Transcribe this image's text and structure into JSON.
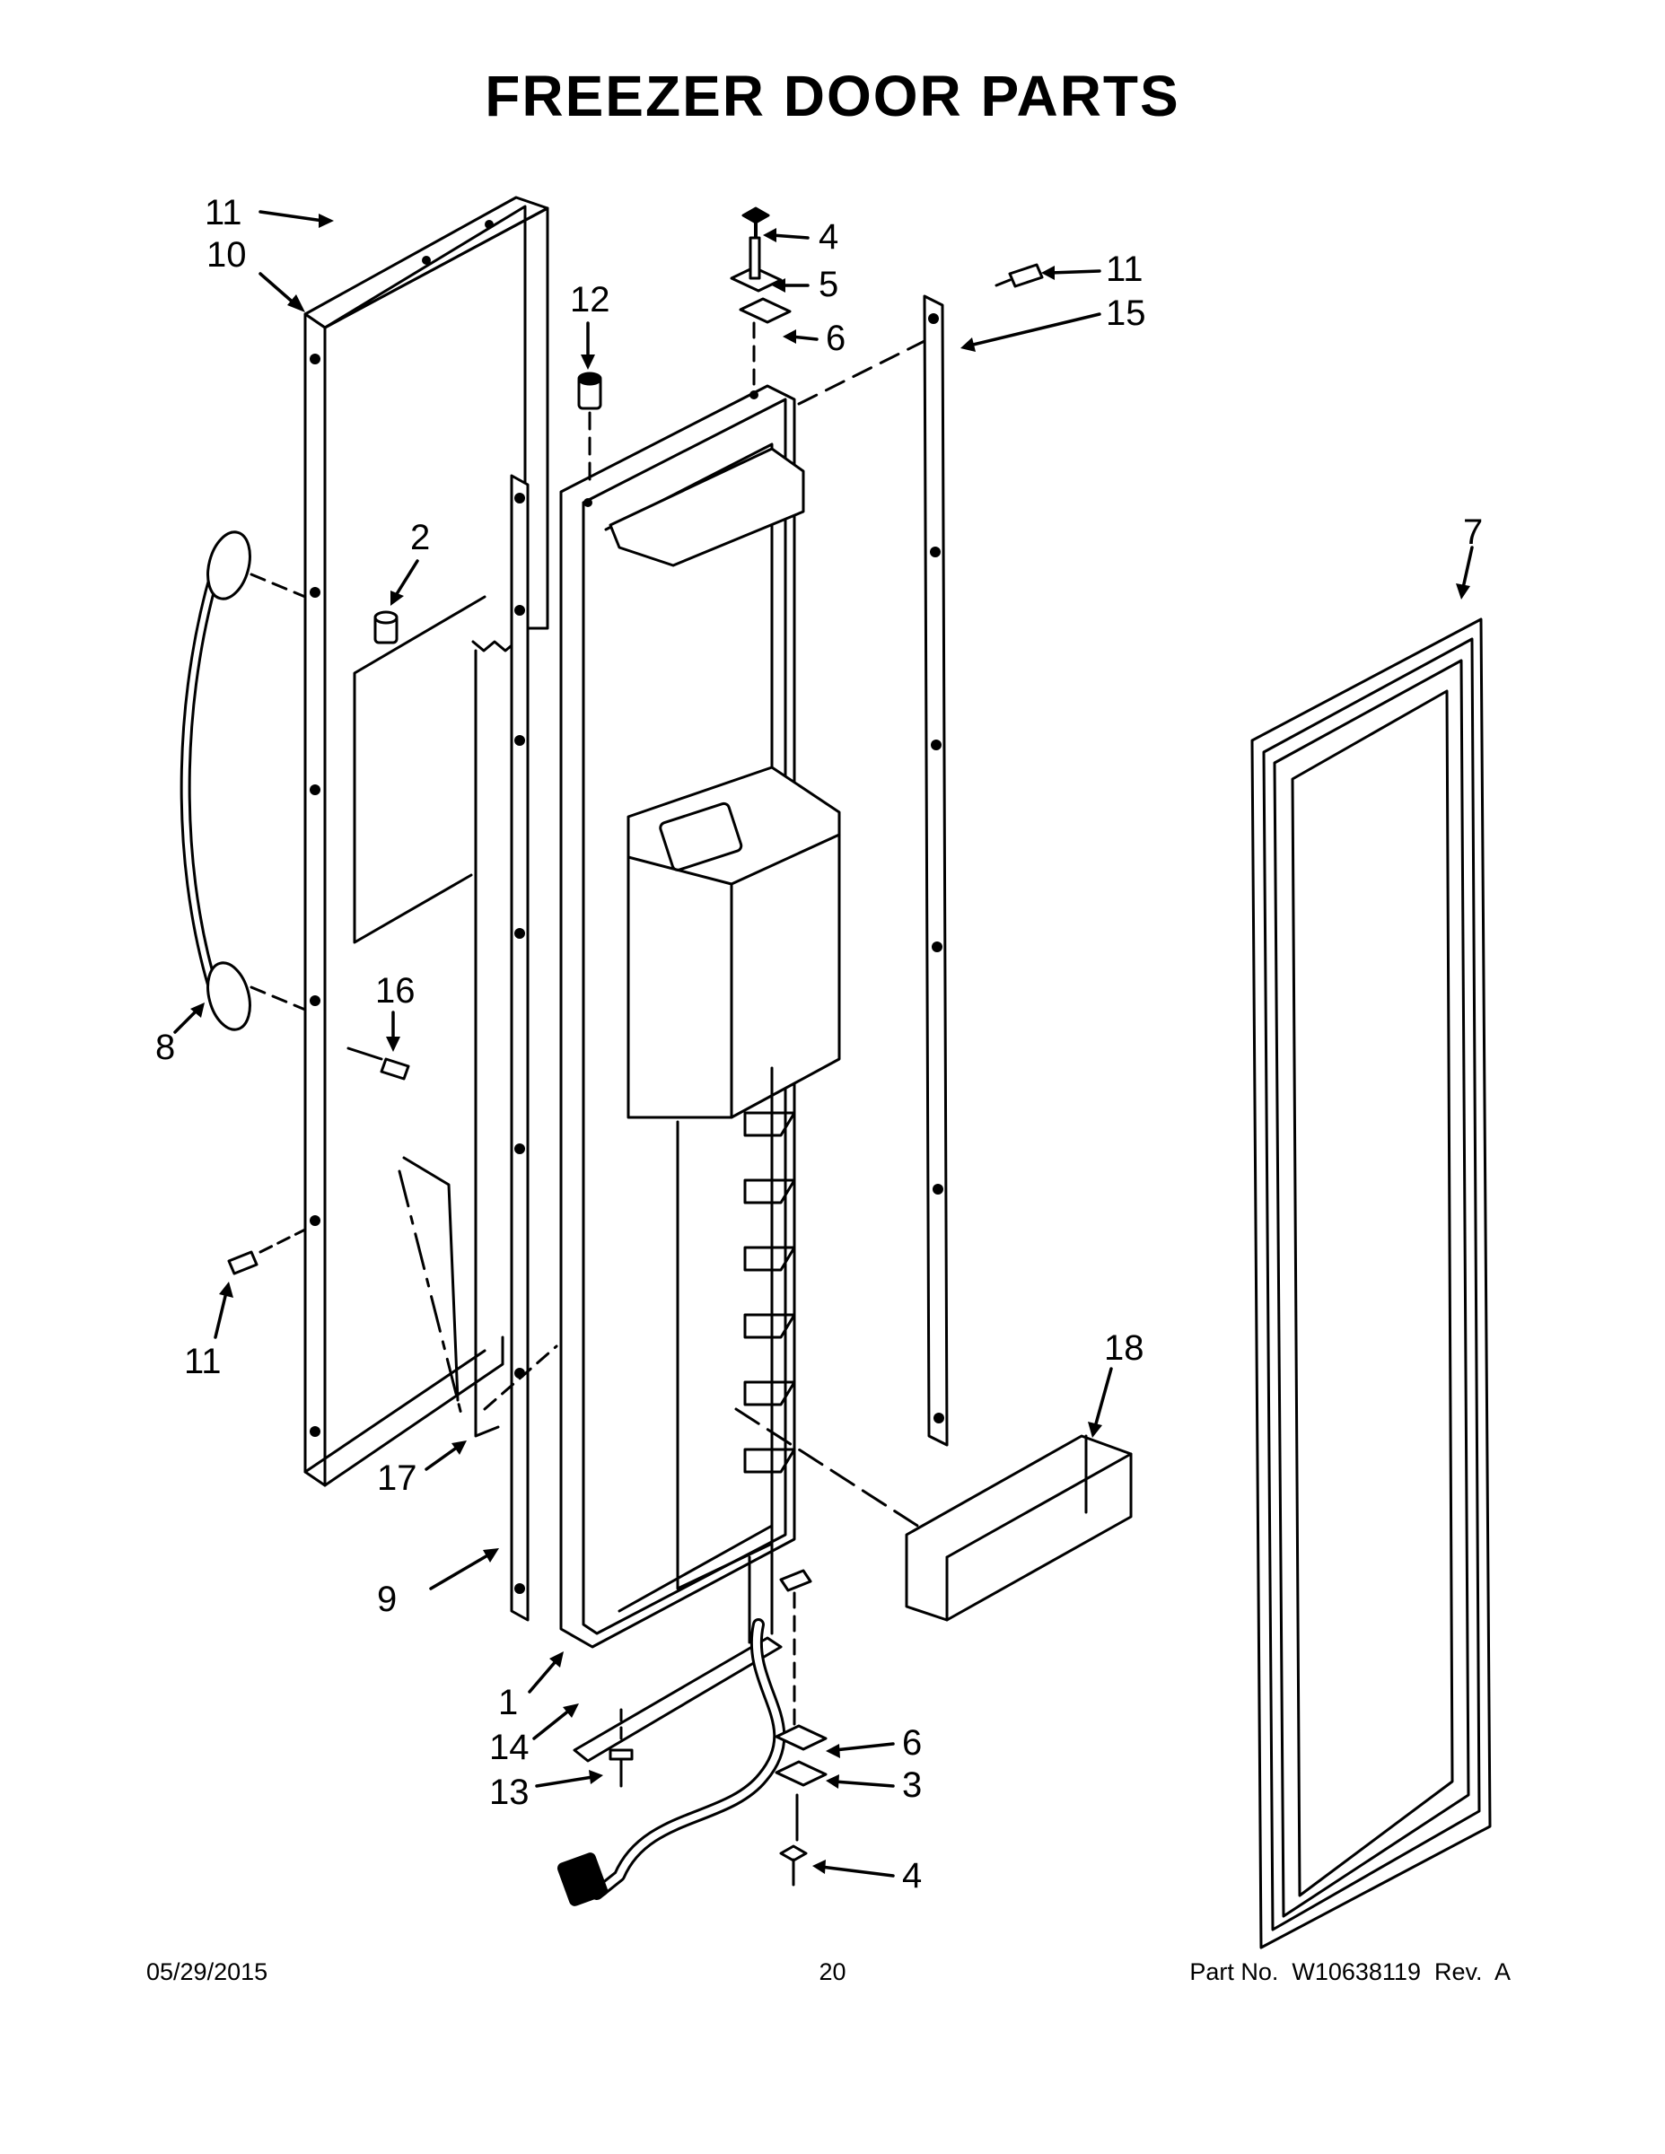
{
  "title": "FREEZER DOOR PARTS",
  "callouts": [
    {
      "id": "c11a",
      "text": "11"
    },
    {
      "id": "c10",
      "text": "10"
    },
    {
      "id": "c12",
      "text": "12"
    },
    {
      "id": "c4a",
      "text": "4"
    },
    {
      "id": "c5",
      "text": "5"
    },
    {
      "id": "c6a",
      "text": "6"
    },
    {
      "id": "c11b",
      "text": "11"
    },
    {
      "id": "c15",
      "text": "15"
    },
    {
      "id": "c2",
      "text": "2"
    },
    {
      "id": "c7",
      "text": "7"
    },
    {
      "id": "c16",
      "text": "16"
    },
    {
      "id": "c8",
      "text": "8"
    },
    {
      "id": "c11c",
      "text": "11"
    },
    {
      "id": "c18",
      "text": "18"
    },
    {
      "id": "c17",
      "text": "17"
    },
    {
      "id": "c9",
      "text": "9"
    },
    {
      "id": "c1",
      "text": "1"
    },
    {
      "id": "c14",
      "text": "14"
    },
    {
      "id": "c6b",
      "text": "6"
    },
    {
      "id": "c13",
      "text": "13"
    },
    {
      "id": "c3",
      "text": "3"
    },
    {
      "id": "c4b",
      "text": "4"
    }
  ],
  "footer": {
    "date": "05/29/2015",
    "page": "20",
    "part": "Part No.  W10638119  Rev.  A"
  }
}
